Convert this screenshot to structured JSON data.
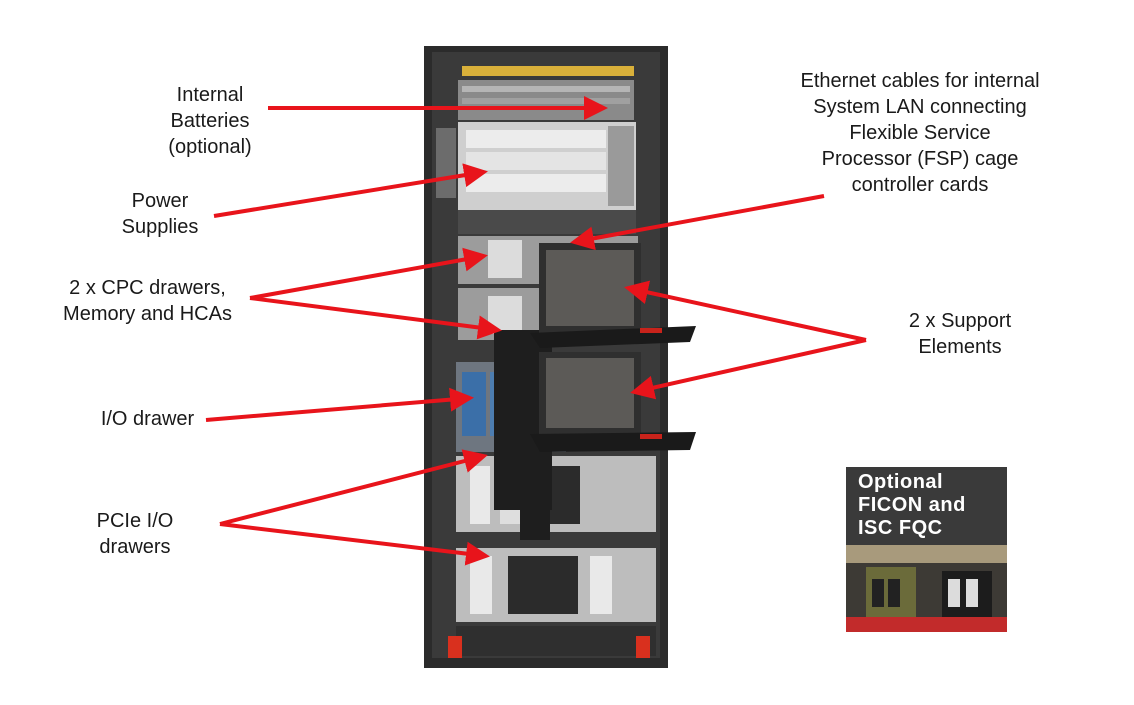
{
  "labels": {
    "batteries": "Internal\nBatteries\n(optional)",
    "power": "Power\nSupplies",
    "cpc": "2 x CPC drawers,\nMemory and HCAs",
    "io": "I/O drawer",
    "pcie": "PCIe I/O\ndrawers",
    "ethernet": "Ethernet cables for internal\nSystem LAN connecting\nFlexible Service\nProcessor (FSP) cage\ncontroller cards",
    "support": "2 x Support\nElements"
  },
  "inset": {
    "title": "Optional\nFICON and\nISC  FQC"
  },
  "colors": {
    "arrow": "#e8141b",
    "rack_frame": "#2b2b2b",
    "inset_bg": "#3a3a3a"
  }
}
